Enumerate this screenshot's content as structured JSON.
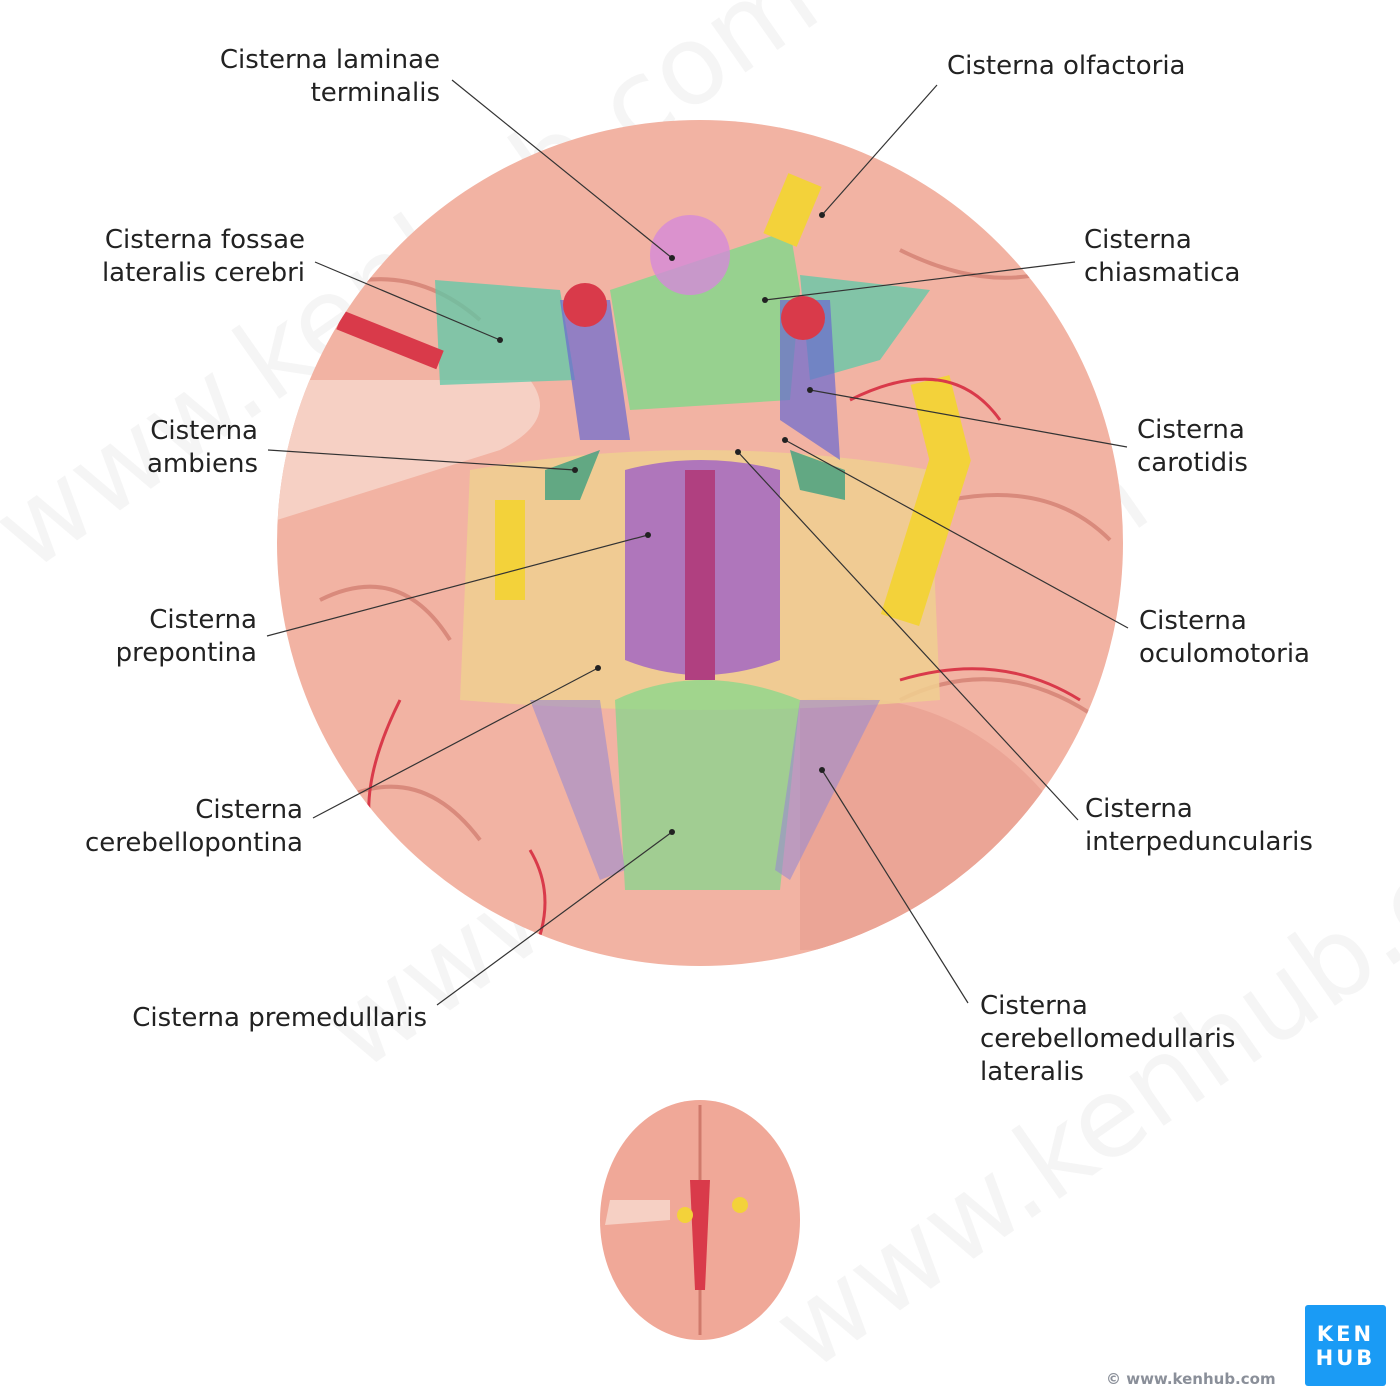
{
  "labels": {
    "laminae_terminalis": [
      "Cisterna laminae",
      "terminalis"
    ],
    "olfactoria": [
      "Cisterna olfactoria"
    ],
    "fossae_lateralis": [
      "Cisterna fossae",
      "lateralis cerebri"
    ],
    "chiasmatica": [
      "Cisterna",
      "chiasmatica"
    ],
    "ambiens": [
      "Cisterna",
      "ambiens"
    ],
    "carotidis": [
      "Cisterna",
      "carotidis"
    ],
    "prepontina": [
      "Cisterna",
      "prepontina"
    ],
    "oculomotoria": [
      "Cisterna",
      "oculomotoria"
    ],
    "cerebellopontina": [
      "Cisterna",
      "cerebellopontina"
    ],
    "interpeduncularis": [
      "Cisterna",
      "interpeduncularis"
    ],
    "premedullaris": [
      "Cisterna premedullaris"
    ],
    "cerebellomedullaris_lateralis": [
      "Cisterna",
      "cerebellomedullaris",
      "lateralis"
    ]
  },
  "watermark": "www.kenhub.com",
  "logo": [
    "KEN",
    "HUB"
  ],
  "copyright": "© www.kenhub.com",
  "colors": {
    "brain": "#f0b0a0",
    "artery": "#d93a4a",
    "nerve": "#f3d23a",
    "green": "#7fd88a",
    "purple": "#9a5ac8",
    "teal": "#5cc9a8",
    "yellow": "#f0d080",
    "brand": "#1a9bf5"
  }
}
